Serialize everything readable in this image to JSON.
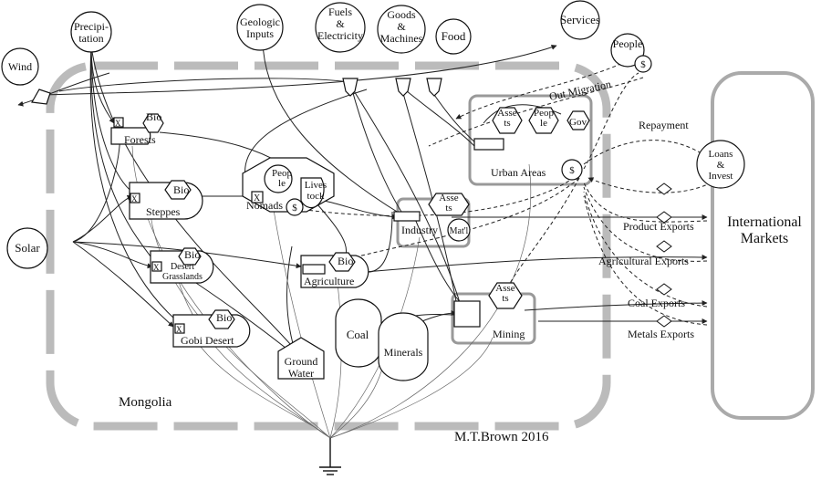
{
  "labels": {
    "wind": "Wind",
    "precipitation": "Precipi-\ntation",
    "geologic_inputs": "Geologic\nInputs",
    "fuels": "Fuels\n&\nElectricity",
    "goods": "Goods\n&\nMachines",
    "food": "Food",
    "services": "Services",
    "people_ext": "People",
    "dollar": "$",
    "solar": "Solar",
    "bio": "Bio",
    "forests": "Forests",
    "steppes": "Steppes",
    "desert_grasslands": "Desert\nGrasslands",
    "gobi": "Gobi Desert",
    "nomads": "Nomads",
    "people_nomads": "Peop\nle",
    "livestock": "Lives\ntock",
    "agriculture": "Agriculture",
    "assets_ind": "Asse\nts",
    "industry": "Industry",
    "matl": "Mat'l",
    "assets_urban": "Asse\nts",
    "people_urban": "Peop\nle",
    "gov": "Gov.",
    "urban": "Urban Areas",
    "out_migration": "Out Migration",
    "repayment": "Repayment",
    "loans": "Loans\n&\nInvest",
    "assets_min": "Asse\nts",
    "mining": "Mining",
    "coal": "Coal",
    "minerals": "Minerals",
    "groundwater": "Ground\nWater",
    "international": "International\nMarkets",
    "product_exports": "Product Exports",
    "agricultural_exports": "Agricultural Exports",
    "coal_exports": "Coal Exports",
    "metals_exports": "Metals Exports",
    "mongolia": "Mongolia",
    "credit": "M.T.Brown 2016",
    "x": "X"
  }
}
